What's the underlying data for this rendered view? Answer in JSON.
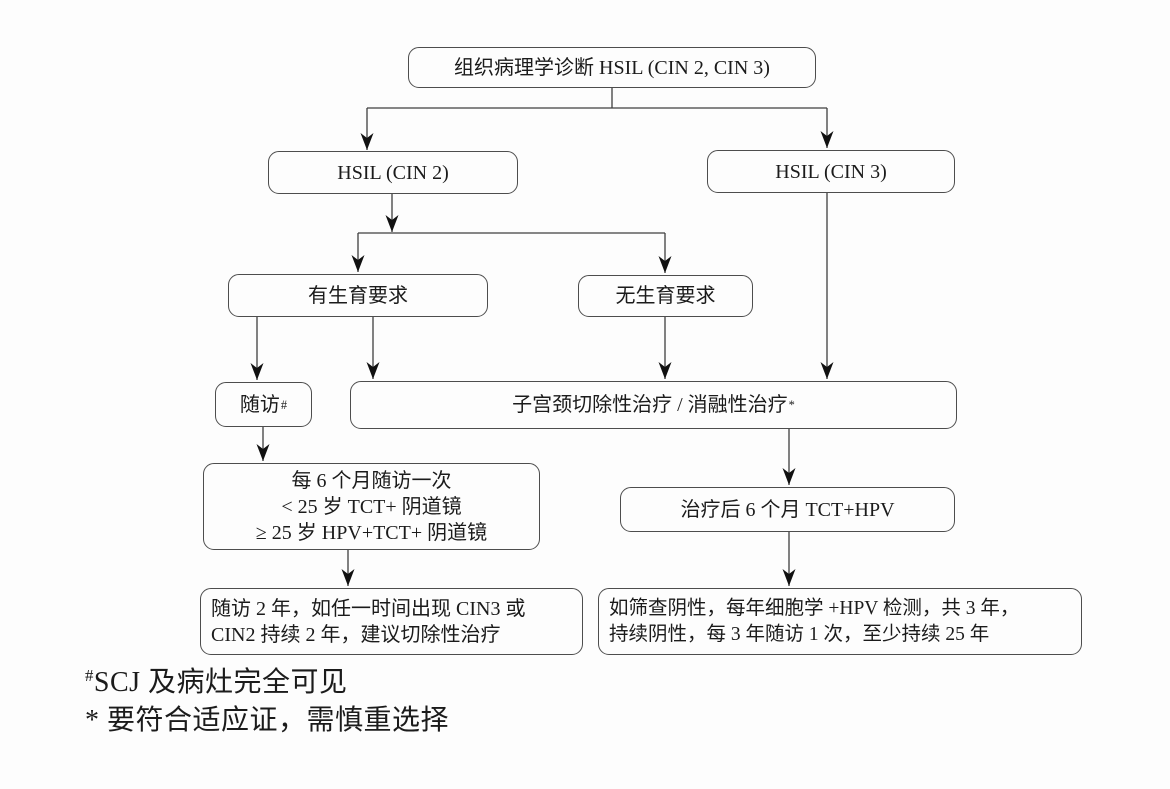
{
  "flowchart": {
    "nodes": {
      "diagnosis": {
        "label": "组织病理学诊断 HSIL (CIN 2, CIN 3)"
      },
      "hsil_cin2": {
        "label": "HSIL (CIN 2)"
      },
      "hsil_cin3": {
        "label": "HSIL (CIN 3)"
      },
      "fertility_desired": {
        "label": "有生育要求"
      },
      "no_fertility_desired": {
        "label": "无生育要求"
      },
      "follow_up": {
        "label": "随访",
        "sup": "#"
      },
      "treatment": {
        "label": "子宫颈切除性治疗 / 消融性治疗",
        "sup": "*"
      },
      "follow_up_schedule": {
        "lines": [
          "每 6 个月随访一次",
          "< 25 岁 TCT+ 阴道镜",
          "≥ 25 岁 HPV+TCT+ 阴道镜"
        ]
      },
      "follow_up_outcome": {
        "lines": [
          "随访 2 年，如任一时间出现 CIN3 或",
          "CIN2 持续 2 年，建议切除性治疗"
        ]
      },
      "post_treatment": {
        "label": "治疗后 6 个月 TCT+HPV"
      },
      "negative_screen_plan": {
        "lines": [
          "如筛查阴性，每年细胞学 +HPV 检测，共 3 年，",
          "持续阴性，每 3 年随访 1 次，至少持续 25 年"
        ]
      }
    },
    "footnotes": [
      {
        "sup": "#",
        "text": "SCJ 及病灶完全可见"
      },
      {
        "sup": "",
        "text": "* 要符合适应证，需慎重选择"
      }
    ],
    "colors": {
      "background": "#fdfdfd",
      "border": "#4d4d4d",
      "line": "#3f3f3f",
      "arrow": "#111111",
      "text": "#1b1b1b"
    }
  }
}
